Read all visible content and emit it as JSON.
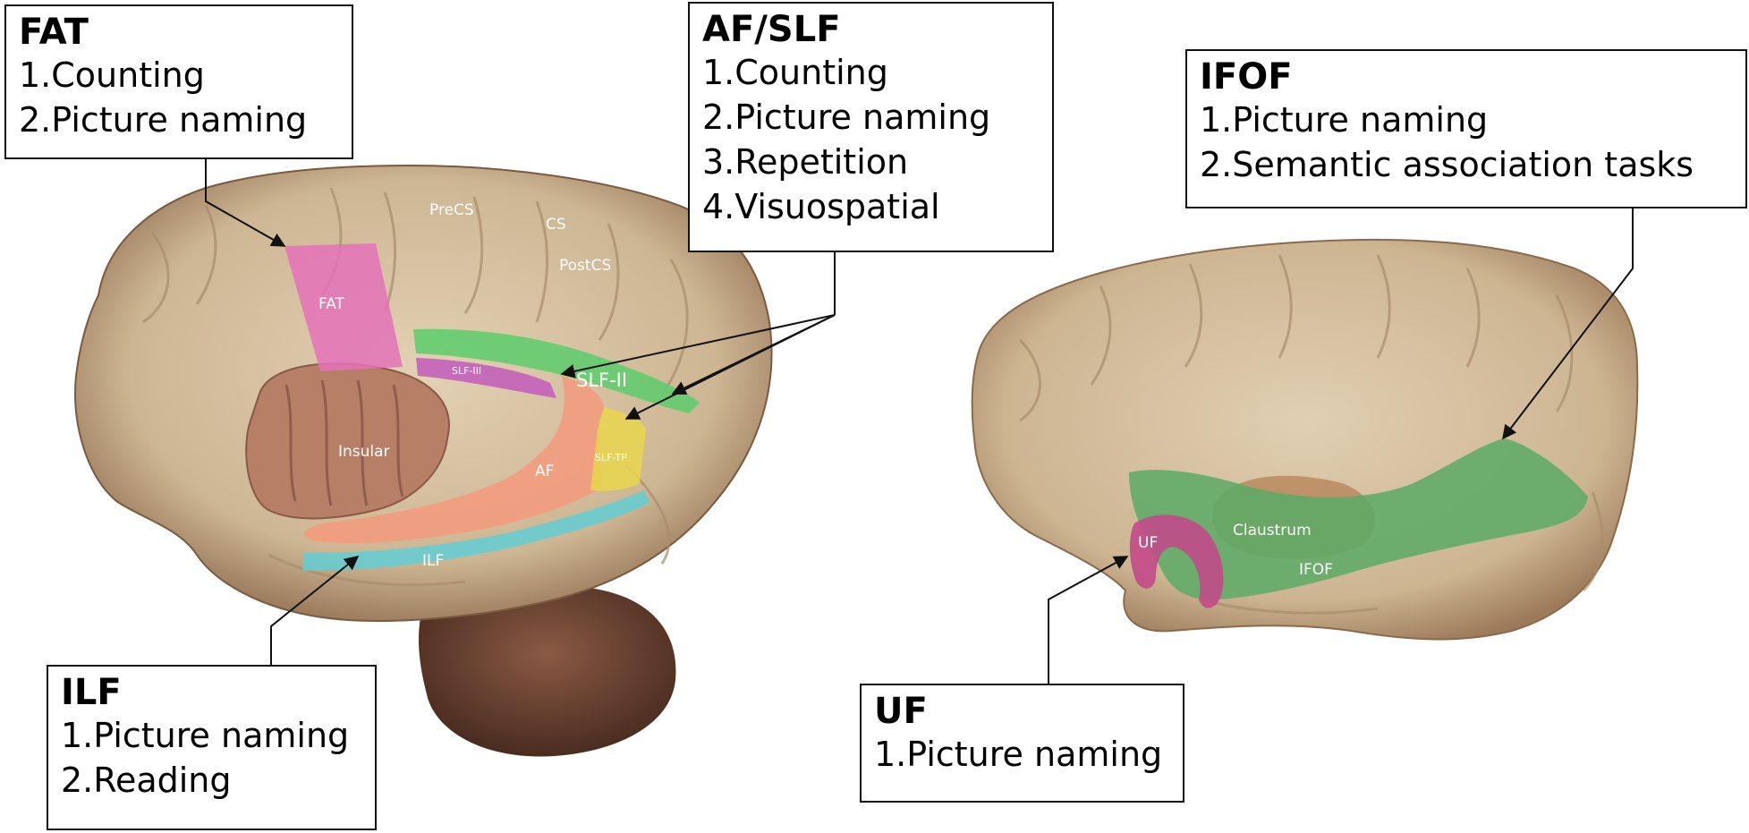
{
  "colors": {
    "fat": "#e472b8",
    "af": "#f49a7c",
    "slf_ii": "#5ccc6c",
    "slf_iii": "#c25aba",
    "slf_tp": "#e9d64c",
    "ilf": "#62ced4",
    "ifof": "#5aaa66",
    "uf": "#c24a8a",
    "brain": "#d7c3a4",
    "brain_dark": "#8e6c4e"
  },
  "boxes": {
    "fat": {
      "title": "FAT",
      "items": [
        "1.Counting",
        "2.Picture naming"
      ]
    },
    "af_slf": {
      "title": "AF/SLF",
      "items": [
        "1.Counting",
        "2.Picture naming",
        "3.Repetition",
        "4.Visuospatial"
      ]
    },
    "ifof": {
      "title": "IFOF",
      "items": [
        "1.Picture naming",
        "2.Semantic association tasks"
      ]
    },
    "ilf": {
      "title": "ILF",
      "items": [
        "1.Picture naming",
        "2.Reading"
      ]
    },
    "uf": {
      "title": "UF",
      "items": [
        "1.Picture naming"
      ]
    }
  },
  "left_brain_labels": {
    "precs": "PreCS",
    "cs": "CS",
    "postcs": "PostCS",
    "fat": "FAT",
    "slf_iii": "SLF-III",
    "slf_ii": "SLF-II",
    "insular": "Insular",
    "af": "AF",
    "slf_tp": "SLF-TP",
    "ilf": "ILF"
  },
  "right_brain_labels": {
    "claustrum": "Claustrum",
    "uf": "UF",
    "ifof": "IFOF"
  }
}
